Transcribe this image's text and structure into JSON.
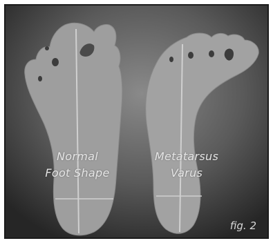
{
  "colors": {
    "background_outer": "#2a2a2a",
    "background_inner": "#7a7a7a",
    "foot_fill": "#9d9d9d",
    "guide_line": "#d8d8d8",
    "text": "#e6e6e6"
  },
  "feet": [
    {
      "label_line1": "Normal",
      "label_line2": "Foot Shape"
    },
    {
      "label_line1": "Metatarsus",
      "label_line2": "Varus"
    }
  ],
  "figure_number": "fig. 2"
}
